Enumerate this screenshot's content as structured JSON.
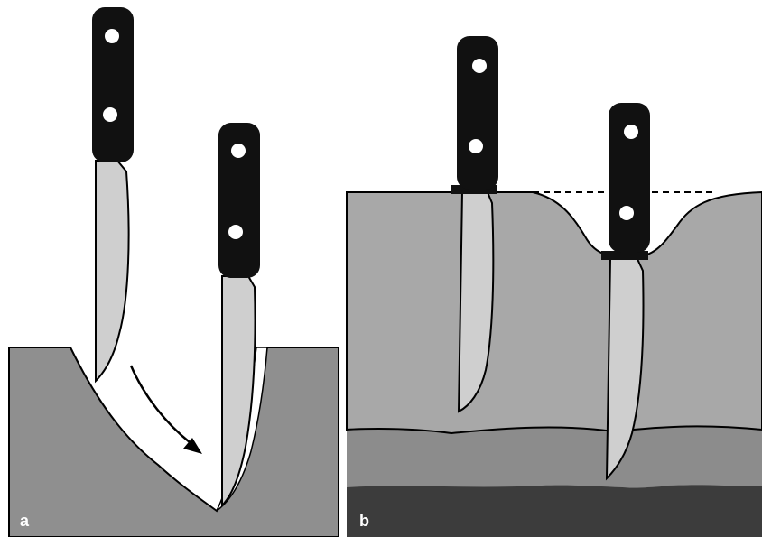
{
  "figure": {
    "panels": [
      {
        "id": "a",
        "label": "a"
      },
      {
        "id": "b",
        "label": "b"
      }
    ],
    "colors": {
      "background": "#ffffff",
      "tissue_light": "#a8a8a8",
      "tissue_mid": "#8a8a8a",
      "tissue_dark": "#3c3c3c",
      "handle": "#111111",
      "blade": "#cfcfcf",
      "rivet": "#ffffff",
      "outline": "#000000"
    },
    "icons": [
      "knife-icon",
      "arrow-icon"
    ]
  }
}
